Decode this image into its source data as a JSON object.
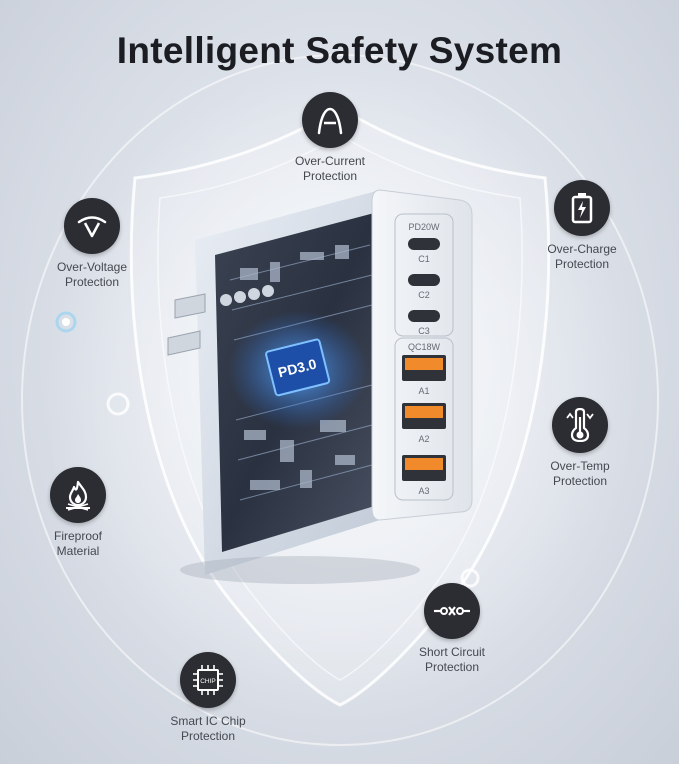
{
  "title": "Intelligent Safety System",
  "features": [
    {
      "icon": "triangle-a-icon",
      "line1": "Over-Current",
      "line2": "Protection"
    },
    {
      "icon": "v-arc-icon",
      "line1": "Over-Voltage",
      "line2": "Protection"
    },
    {
      "icon": "battery-bolt-icon",
      "line1": "Over-Charge",
      "line2": "Protection"
    },
    {
      "icon": "thermometer-icon",
      "line1": "Over-Temp",
      "line2": "Protection"
    },
    {
      "icon": "flame-icon",
      "line1": "Fireproof",
      "line2": "Material"
    },
    {
      "icon": "switch-circuit-icon",
      "line1": "Short Circuit",
      "line2": "Protection"
    },
    {
      "icon": "chip-icon",
      "line1": "Smart IC Chip",
      "line2": "Protection",
      "chip_text": "CHIP"
    }
  ],
  "charger": {
    "pd_label": "PD20W",
    "qc_label": "QC18W",
    "ports": [
      "C1",
      "C2",
      "C3",
      "A1",
      "A2",
      "A3"
    ],
    "pcb_chip_label": "PD3.0"
  },
  "colors": {
    "badge": "#2b2d33",
    "usb_a_orange": "#f08a2a",
    "pcb_blue": "#2f6fd6"
  }
}
